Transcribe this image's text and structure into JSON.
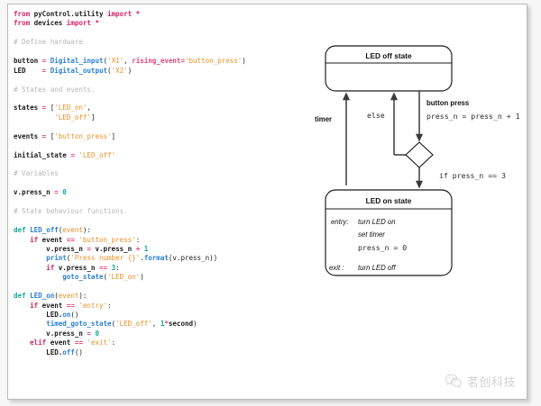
{
  "code": {
    "language": "python",
    "lines": [
      [
        {
          "t": "from",
          "c": "kw"
        },
        {
          "t": " pyControl.utility ",
          "c": "plain"
        },
        {
          "t": "import",
          "c": "kw"
        },
        {
          "t": " *",
          "c": "kw"
        }
      ],
      [
        {
          "t": "from",
          "c": "kw"
        },
        {
          "t": " devices ",
          "c": "plain"
        },
        {
          "t": "import",
          "c": "kw"
        },
        {
          "t": " *",
          "c": "kw"
        }
      ],
      [],
      [
        {
          "t": "# Define hardware",
          "c": "cmt"
        }
      ],
      [],
      [
        {
          "t": "button ",
          "c": "plain"
        },
        {
          "t": "=",
          "c": "op"
        },
        {
          "t": " ",
          "c": "punc"
        },
        {
          "t": "Digital_input",
          "c": "fn"
        },
        {
          "t": "(",
          "c": "punc"
        },
        {
          "t": "'X1'",
          "c": "str"
        },
        {
          "t": ", ",
          "c": "punc"
        },
        {
          "t": "rising_event",
          "c": "op"
        },
        {
          "t": "=",
          "c": "op"
        },
        {
          "t": "'button_press'",
          "c": "str"
        },
        {
          "t": ")",
          "c": "punc"
        }
      ],
      [
        {
          "t": "LED    ",
          "c": "plain"
        },
        {
          "t": "=",
          "c": "op"
        },
        {
          "t": " ",
          "c": "punc"
        },
        {
          "t": "Digital_output",
          "c": "fn"
        },
        {
          "t": "(",
          "c": "punc"
        },
        {
          "t": "'X2'",
          "c": "str"
        },
        {
          "t": ")",
          "c": "punc"
        }
      ],
      [],
      [
        {
          "t": "# States and events.",
          "c": "cmt"
        }
      ],
      [],
      [
        {
          "t": "states ",
          "c": "plain"
        },
        {
          "t": "=",
          "c": "op"
        },
        {
          "t": " [",
          "c": "punc"
        },
        {
          "t": "'LED_on'",
          "c": "str"
        },
        {
          "t": ",",
          "c": "punc"
        }
      ],
      [
        {
          "t": "          ",
          "c": "punc"
        },
        {
          "t": "'LED_off'",
          "c": "str"
        },
        {
          "t": "]",
          "c": "punc"
        }
      ],
      [],
      [
        {
          "t": "events ",
          "c": "plain"
        },
        {
          "t": "=",
          "c": "op"
        },
        {
          "t": " [",
          "c": "punc"
        },
        {
          "t": "'button_press'",
          "c": "str"
        },
        {
          "t": "]",
          "c": "punc"
        }
      ],
      [],
      [
        {
          "t": "initial_state ",
          "c": "plain"
        },
        {
          "t": "=",
          "c": "op"
        },
        {
          "t": " ",
          "c": "punc"
        },
        {
          "t": "'LED_off'",
          "c": "str"
        }
      ],
      [],
      [
        {
          "t": "# Variables",
          "c": "cmt"
        }
      ],
      [],
      [
        {
          "t": "v.press_n ",
          "c": "plain"
        },
        {
          "t": "=",
          "c": "op"
        },
        {
          "t": " ",
          "c": "punc"
        },
        {
          "t": "0",
          "c": "num"
        }
      ],
      [],
      [
        {
          "t": "# State behaviour functions.",
          "c": "cmt"
        }
      ],
      [],
      [
        {
          "t": "def",
          "c": "def"
        },
        {
          "t": " ",
          "c": "punc"
        },
        {
          "t": "LED_off",
          "c": "fn"
        },
        {
          "t": "(",
          "c": "punc"
        },
        {
          "t": "event",
          "c": "var"
        },
        {
          "t": "):",
          "c": "punc"
        }
      ],
      [
        {
          "t": "    ",
          "c": "punc"
        },
        {
          "t": "if",
          "c": "kw"
        },
        {
          "t": " event ",
          "c": "plain"
        },
        {
          "t": "==",
          "c": "op"
        },
        {
          "t": " ",
          "c": "punc"
        },
        {
          "t": "'button_press'",
          "c": "str"
        },
        {
          "t": ":",
          "c": "punc"
        }
      ],
      [
        {
          "t": "        v.press_n ",
          "c": "plain"
        },
        {
          "t": "=",
          "c": "op"
        },
        {
          "t": " v.press_n ",
          "c": "plain"
        },
        {
          "t": "+",
          "c": "op"
        },
        {
          "t": " ",
          "c": "punc"
        },
        {
          "t": "1",
          "c": "num"
        }
      ],
      [
        {
          "t": "        ",
          "c": "punc"
        },
        {
          "t": "print",
          "c": "fn"
        },
        {
          "t": "(",
          "c": "punc"
        },
        {
          "t": "'Press number {}'",
          "c": "str"
        },
        {
          "t": ".",
          "c": "punc"
        },
        {
          "t": "format",
          "c": "fn"
        },
        {
          "t": "(v.press_n))",
          "c": "punc"
        }
      ],
      [
        {
          "t": "        ",
          "c": "punc"
        },
        {
          "t": "if",
          "c": "kw"
        },
        {
          "t": " v.press_n ",
          "c": "plain"
        },
        {
          "t": "==",
          "c": "op"
        },
        {
          "t": " ",
          "c": "punc"
        },
        {
          "t": "3",
          "c": "num"
        },
        {
          "t": ":",
          "c": "punc"
        }
      ],
      [
        {
          "t": "            ",
          "c": "punc"
        },
        {
          "t": "goto_state",
          "c": "fn"
        },
        {
          "t": "(",
          "c": "punc"
        },
        {
          "t": "'LED_on'",
          "c": "str"
        },
        {
          "t": ")",
          "c": "punc"
        }
      ],
      [],
      [
        {
          "t": "def",
          "c": "def"
        },
        {
          "t": " ",
          "c": "punc"
        },
        {
          "t": "LED_on",
          "c": "fn"
        },
        {
          "t": "(",
          "c": "punc"
        },
        {
          "t": "event",
          "c": "var"
        },
        {
          "t": "):",
          "c": "punc"
        }
      ],
      [
        {
          "t": "    ",
          "c": "punc"
        },
        {
          "t": "if",
          "c": "kw"
        },
        {
          "t": " event ",
          "c": "plain"
        },
        {
          "t": "==",
          "c": "op"
        },
        {
          "t": " ",
          "c": "punc"
        },
        {
          "t": "'entry'",
          "c": "str"
        },
        {
          "t": ":",
          "c": "punc"
        }
      ],
      [
        {
          "t": "        LED.",
          "c": "plain"
        },
        {
          "t": "on",
          "c": "fn"
        },
        {
          "t": "()",
          "c": "punc"
        }
      ],
      [
        {
          "t": "        ",
          "c": "punc"
        },
        {
          "t": "timed_goto_state",
          "c": "fn"
        },
        {
          "t": "(",
          "c": "punc"
        },
        {
          "t": "'LED_off'",
          "c": "str"
        },
        {
          "t": ", ",
          "c": "punc"
        },
        {
          "t": "1",
          "c": "num"
        },
        {
          "t": "*",
          "c": "op"
        },
        {
          "t": "second",
          "c": "plain"
        },
        {
          "t": ")",
          "c": "punc"
        }
      ],
      [
        {
          "t": "        v.press_n ",
          "c": "plain"
        },
        {
          "t": "=",
          "c": "op"
        },
        {
          "t": " ",
          "c": "punc"
        },
        {
          "t": "0",
          "c": "num"
        }
      ],
      [
        {
          "t": "    ",
          "c": "punc"
        },
        {
          "t": "elif",
          "c": "kw"
        },
        {
          "t": " event ",
          "c": "plain"
        },
        {
          "t": "==",
          "c": "op"
        },
        {
          "t": " ",
          "c": "punc"
        },
        {
          "t": "'exit'",
          "c": "str"
        },
        {
          "t": ":",
          "c": "punc"
        }
      ],
      [
        {
          "t": "        LED.",
          "c": "plain"
        },
        {
          "t": "off",
          "c": "fn"
        },
        {
          "t": "()",
          "c": "punc"
        }
      ]
    ]
  },
  "diagram": {
    "type": "state-machine",
    "states": [
      {
        "id": "led-off-state",
        "title": "LED off state",
        "body": []
      },
      {
        "id": "led-on-state",
        "title": "LED on state",
        "body": [
          {
            "label": "entry:",
            "text": "turn LED on"
          },
          {
            "label": "",
            "text": "set timer"
          },
          {
            "label": "",
            "text": "press_n = 0"
          },
          {
            "label": "exit :",
            "text": "turn LED off"
          }
        ]
      }
    ],
    "entry_label": "entry:",
    "entry_line1": "turn LED on",
    "entry_line2": "set timer",
    "entry_line3": "press_n = 0",
    "exit_label": "exit :",
    "exit_line": "turn LED off",
    "transitions": {
      "button_press_label": "button press",
      "button_press_action": "press_n = press_n + 1",
      "decision_true": "if press_n == 3",
      "decision_false": "else",
      "timer": "timer"
    }
  },
  "watermark": {
    "text": "茗创科技",
    "icon": "wechat-icon"
  }
}
